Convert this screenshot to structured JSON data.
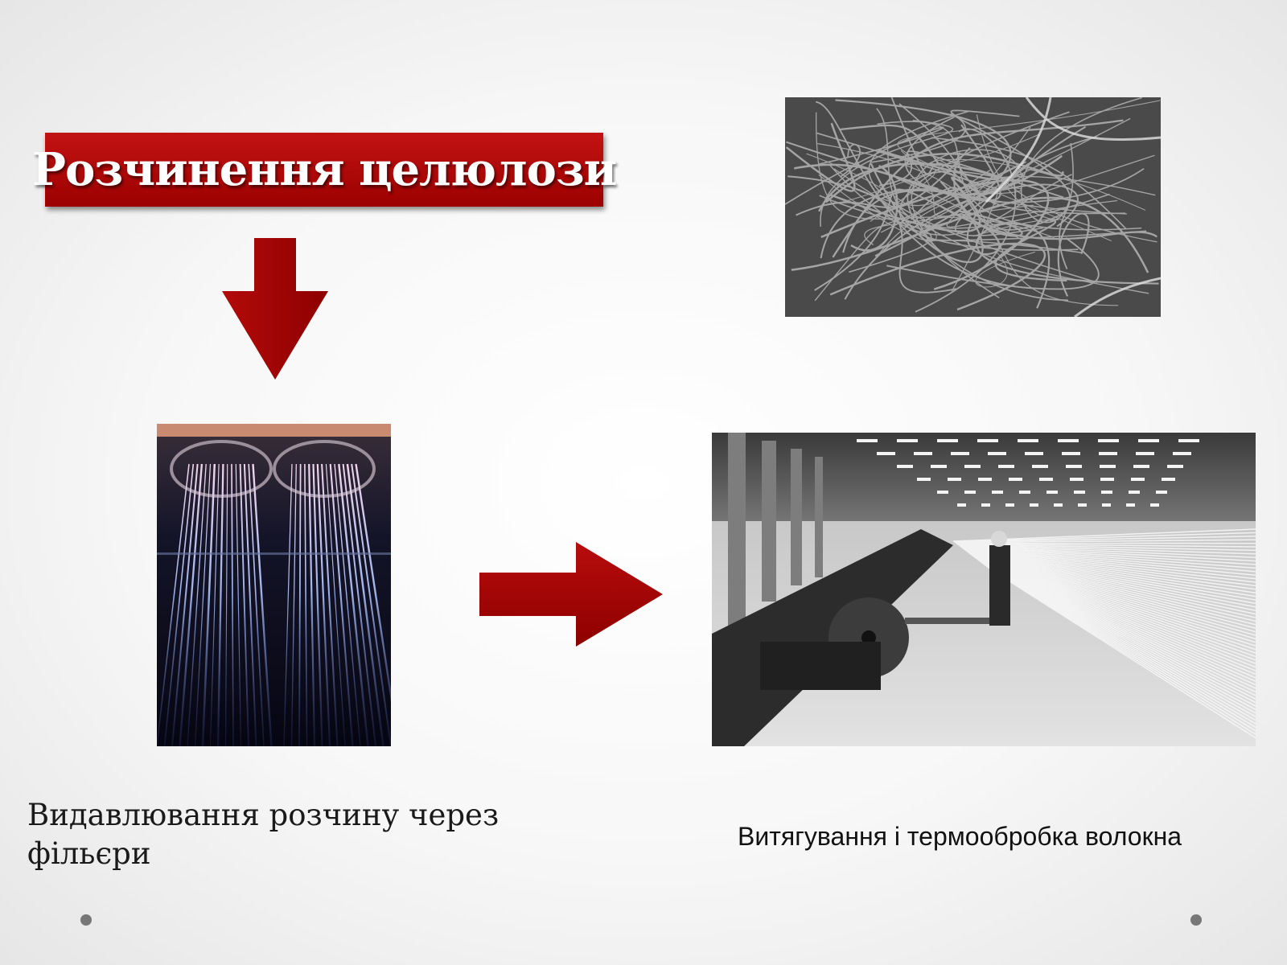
{
  "slide": {
    "title": "Розчинення целюлози",
    "caption_left": "Видавлювання розчину через фільєри",
    "caption_right": "Витягування і термообробка волокна"
  },
  "colors": {
    "accent_red": "#a30000",
    "background": "#f7f7f7",
    "text": "#1a1a1a"
  },
  "icons": {
    "down_arrow": "arrow-down-icon",
    "right_arrow": "arrow-right-icon",
    "nav_left": "dot-icon",
    "nav_right": "dot-icon"
  }
}
